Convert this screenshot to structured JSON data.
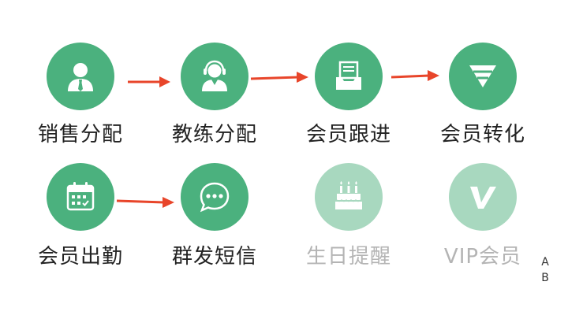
{
  "colors": {
    "accent": "#4bb17e",
    "accent_dim": "#a8d8bf",
    "arrow": "#e8452a",
    "text": "#222222",
    "text_dim": "#b4b4b4"
  },
  "features": [
    {
      "label": "销售分配",
      "icon": "salesperson-icon",
      "enabled": true
    },
    {
      "label": "教练分配",
      "icon": "coach-icon",
      "enabled": true
    },
    {
      "label": "会员跟进",
      "icon": "archive-tray-icon",
      "enabled": true
    },
    {
      "label": "会员转化",
      "icon": "funnel-icon",
      "enabled": true
    },
    {
      "label": "会员出勤",
      "icon": "calendar-icon",
      "enabled": true
    },
    {
      "label": "群发短信",
      "icon": "chat-bubble-icon",
      "enabled": true
    },
    {
      "label": "生日提醒",
      "icon": "birthday-cake-icon",
      "enabled": false
    },
    {
      "label": "VIP会员",
      "icon": "vip-v-icon",
      "enabled": false
    }
  ],
  "side_letters": [
    "A",
    "B"
  ]
}
